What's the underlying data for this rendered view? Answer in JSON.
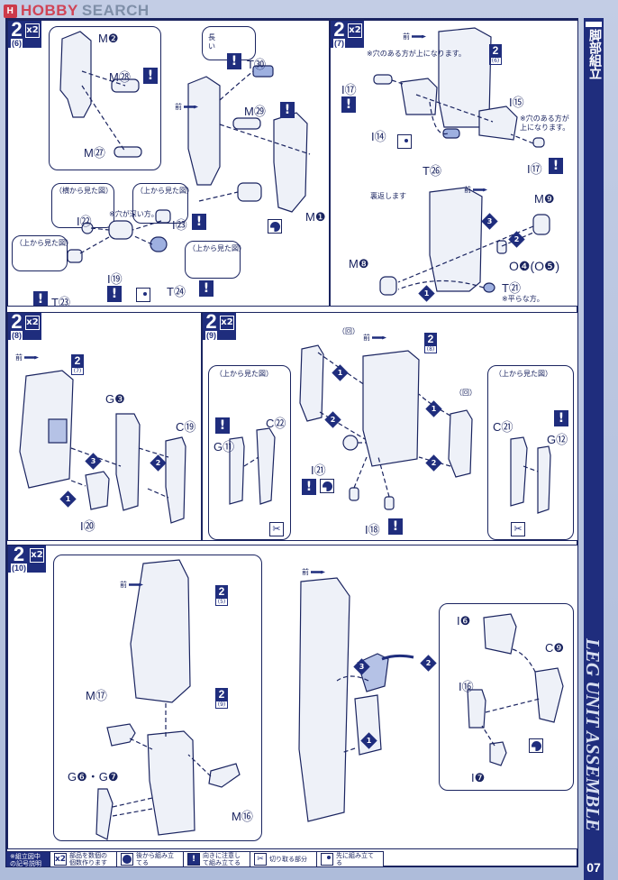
{
  "watermark": {
    "logo_glyph": "H",
    "brand_a": "HOBBY",
    "brand_b": "SEARCH"
  },
  "side": {
    "title_jp": "脚部組立",
    "title_en": "LEG UNIT ASSEMBLE",
    "page_number": "07"
  },
  "common": {
    "front_label": "前",
    "multiplier": "x2",
    "bottom_view": "（上から見た図）",
    "side_view": "（横から見た図）"
  },
  "steps": [
    {
      "id": "step-6",
      "number": "2",
      "sub": "(6)",
      "labels": [
        "M❷",
        "M㉘",
        "M㉗",
        "T㉚",
        "M㉙",
        "M❶",
        "I㉒",
        "I㉓",
        "I⑲",
        "T㉔",
        "T㉓"
      ],
      "notes": {
        "long": "長い",
        "hole_deep": "※穴が深い方。"
      }
    },
    {
      "id": "step-7",
      "number": "2",
      "sub": "(7)",
      "ref_step": "2",
      "ref_sub": "(6)",
      "labels": [
        "I⑰",
        "I⑭",
        "I⑮",
        "I⑰",
        "T㉖",
        "M❾",
        "M❽",
        "O❹(O❺)",
        "T㉑"
      ],
      "notes": {
        "hole_up": "※穴のある方が上になります。",
        "back_side": "裏返します",
        "flat_side": "※平らな方。"
      },
      "order": [
        "1",
        "2",
        "3"
      ]
    },
    {
      "id": "step-8",
      "number": "2",
      "sub": "(8)",
      "ref_step": "2",
      "ref_sub": "(7)",
      "labels": [
        "G❸",
        "C⑲",
        "I⑳"
      ],
      "order": [
        "1",
        "2",
        "3"
      ]
    },
    {
      "id": "step-9",
      "number": "2",
      "sub": "(9)",
      "ref_step": "2",
      "ref_sub": "(8)",
      "labels": [
        "C㉒",
        "G⑪",
        "I㉑",
        "I⑱",
        "C㉑",
        "G⑫"
      ],
      "swing_note": "（回）",
      "order": [
        "1",
        "2"
      ]
    },
    {
      "id": "step-10",
      "number": "2",
      "sub": "(10)",
      "ref_step": "2",
      "ref_sub_a": "(5)",
      "ref_sub_b": "(9)",
      "labels": [
        "M⑰",
        "G❻・G❼",
        "M⑯",
        "I❻",
        "C❾",
        "I⑯",
        "I❼"
      ],
      "order": [
        "1",
        "2",
        "3"
      ]
    }
  ],
  "legend": {
    "heading": "※組立図中の記号説明",
    "items": [
      {
        "glyph": "x2",
        "icon": "multiplier-icon",
        "text": "部品を数個の個数作ります"
      },
      {
        "glyph": "",
        "icon": "grease-well-icon",
        "text": "後から組み立てる"
      },
      {
        "glyph": "!",
        "icon": "exclamation-icon",
        "text": "向きに注意して組み立てる"
      },
      {
        "glyph": "✂",
        "icon": "nipper-icon",
        "text": "切り取る部分"
      },
      {
        "glyph": "",
        "icon": "first-assemble-icon",
        "text": "先に組み立てる"
      }
    ]
  },
  "colors": {
    "navy": "#1f2d7d",
    "page_bg": "#b7c2dd",
    "brand_red": "#d04456"
  }
}
